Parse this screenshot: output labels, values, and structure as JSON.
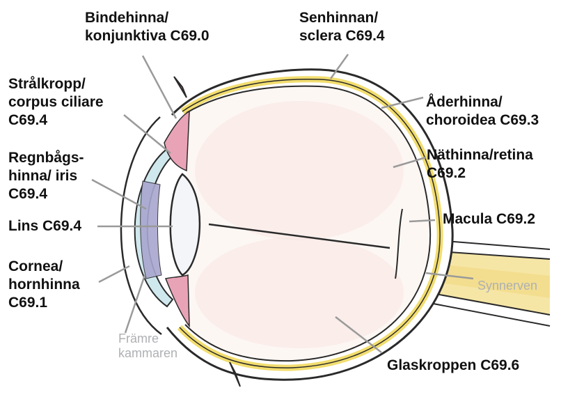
{
  "labels": {
    "conjunctiva": "Bindehinna/\nkonjunktiva C69.0",
    "ciliary": "Strålkropp/\ncorpus ciliare\nC69.4",
    "iris": "Regnbågs-\nhinna/ iris\nC69.4",
    "lens": "Lins C69.4",
    "cornea": "Cornea/\nhornhinna\nC69.1",
    "anterior_chamber": "Främre\nkammaren",
    "sclera": "Senhinnan/\nsclera C69.4",
    "choroid": "Åderhinna/\nchoroidea C69.3",
    "retina": "Näthinna/retina\nC69.2",
    "macula": "Macula C69.2",
    "optic_nerve": "Synnerven",
    "vitreous": "Glaskroppen C69.6"
  },
  "colors": {
    "outline": "#2a2a2a",
    "pointer": "#9a9a9a",
    "choroid_yellow": "#f2dd6e",
    "ciliary_pink": "#e9a3b7",
    "cornea_blue": "#cfe8ee",
    "iris_purple": "#a9a6cf",
    "vitreous_tint": "#f7e6e1",
    "optic_nerve_yellow": "#f3dc8a",
    "light_text": "#aeb0b3"
  }
}
